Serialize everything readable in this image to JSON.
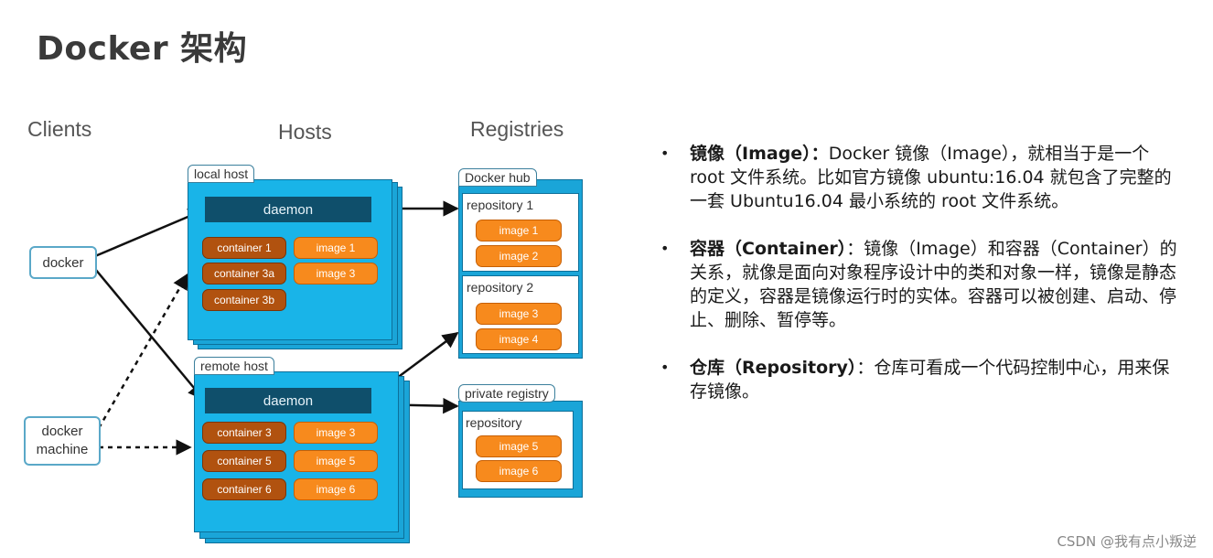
{
  "title": "Docker 架构",
  "diagram": {
    "headers": {
      "clients": "Clients",
      "hosts": "Hosts",
      "registries": "Registries"
    },
    "clients": {
      "docker": "docker",
      "docker_machine_line1": "docker",
      "docker_machine_line2": "machine"
    },
    "local_host": {
      "label": "local host",
      "daemon": "daemon",
      "containers": [
        "container 1",
        "container 3a",
        "container 3b"
      ],
      "images": [
        "image 1",
        "image 3"
      ]
    },
    "remote_host": {
      "label": "remote host",
      "daemon": "daemon",
      "containers": [
        "container 3",
        "container 5",
        "container 6"
      ],
      "images": [
        "image 3",
        "image 5",
        "image 6"
      ]
    },
    "docker_hub": {
      "label": "Docker hub",
      "repo1": {
        "label": "repository 1",
        "images": [
          "image 1",
          "image 2"
        ]
      },
      "repo2": {
        "label": "repository 2",
        "images": [
          "image 3",
          "image 4"
        ]
      }
    },
    "private_registry": {
      "label": "private registry",
      "repo": {
        "label": "repository",
        "images": [
          "image 5",
          "image 6"
        ]
      }
    },
    "colors": {
      "host": "#19b4e8",
      "daemon": "#0f4f6b",
      "container": "#b1520f",
      "image": "#f78a1d"
    }
  },
  "bullets": [
    {
      "term": "镜像（Image）：",
      "text": "Docker 镜像（Image），就相当于是一个 root 文件系统。比如官方镜像 ubuntu:16.04 就包含了完整的一套 Ubuntu16.04 最小系统的 root 文件系统。"
    },
    {
      "term": "容器（Container）",
      "text": "：镜像（Image）和容器（Container）的关系，就像是面向对象程序设计中的类和对象一样，镜像是静态的定义，容器是镜像运行时的实体。容器可以被创建、启动、停止、删除、暂停等。"
    },
    {
      "term": "仓库（Repository）",
      "text": "：仓库可看成一个代码控制中心，用来保存镜像。"
    }
  ],
  "watermark": "CSDN @我有点小叛逆"
}
